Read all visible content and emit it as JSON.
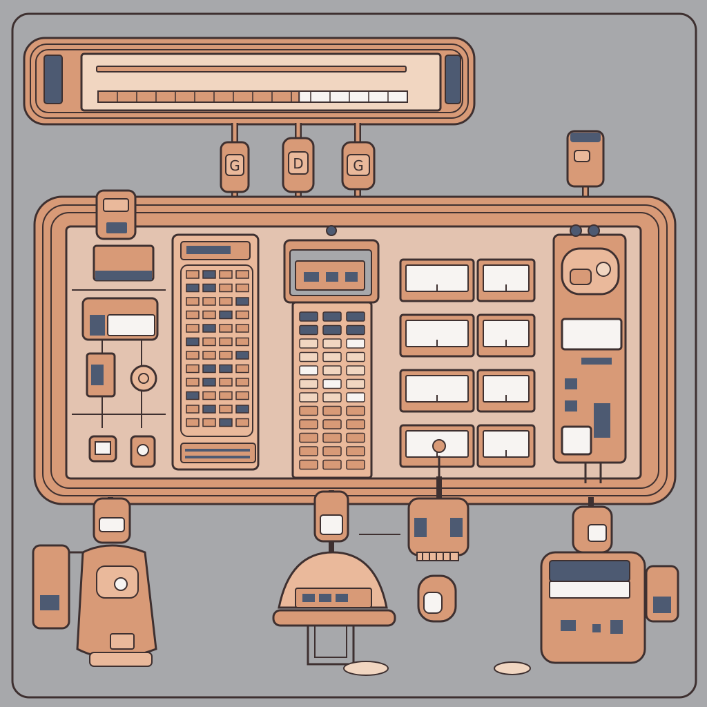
{
  "colors": {
    "background": "#a7a8ab",
    "copper": "#d89a77",
    "copper_light": "#eab99b",
    "cream": "#f1d6c1",
    "outline": "#3e3030",
    "navy": "#4d5a72",
    "screen": "#f7f4f2"
  },
  "devices": {
    "top_monitor": {
      "progress": 0.65
    },
    "port_glyphs": [
      "G",
      "D",
      "G"
    ],
    "keypad": {
      "rows": 12,
      "cols": 3,
      "lit_keys": 7
    },
    "register_panel": {
      "rows": 12,
      "cols": 4
    },
    "window_tiles": {
      "count": 8
    }
  }
}
